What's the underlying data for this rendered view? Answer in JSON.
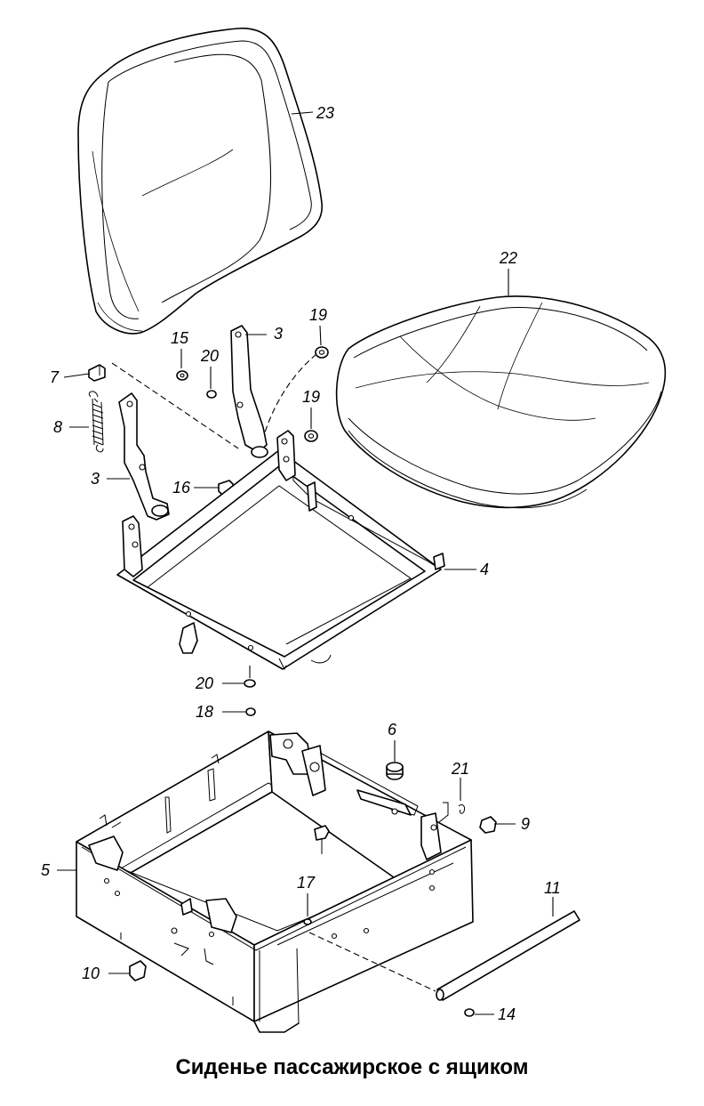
{
  "caption": "Сиденье пассажирское с ящиком",
  "callouts": {
    "p23": "23",
    "p22": "22",
    "p3a": "3",
    "p19a": "19",
    "p15": "15",
    "p20a": "20",
    "p7": "7",
    "p19b": "19",
    "p8": "8",
    "p3b": "3",
    "p16": "16",
    "p4": "4",
    "p20b": "20",
    "p18": "18",
    "p6": "6",
    "p21": "21",
    "p9": "9",
    "p5": "5",
    "p17": "17",
    "p11": "11",
    "p10": "10",
    "p14": "14"
  }
}
